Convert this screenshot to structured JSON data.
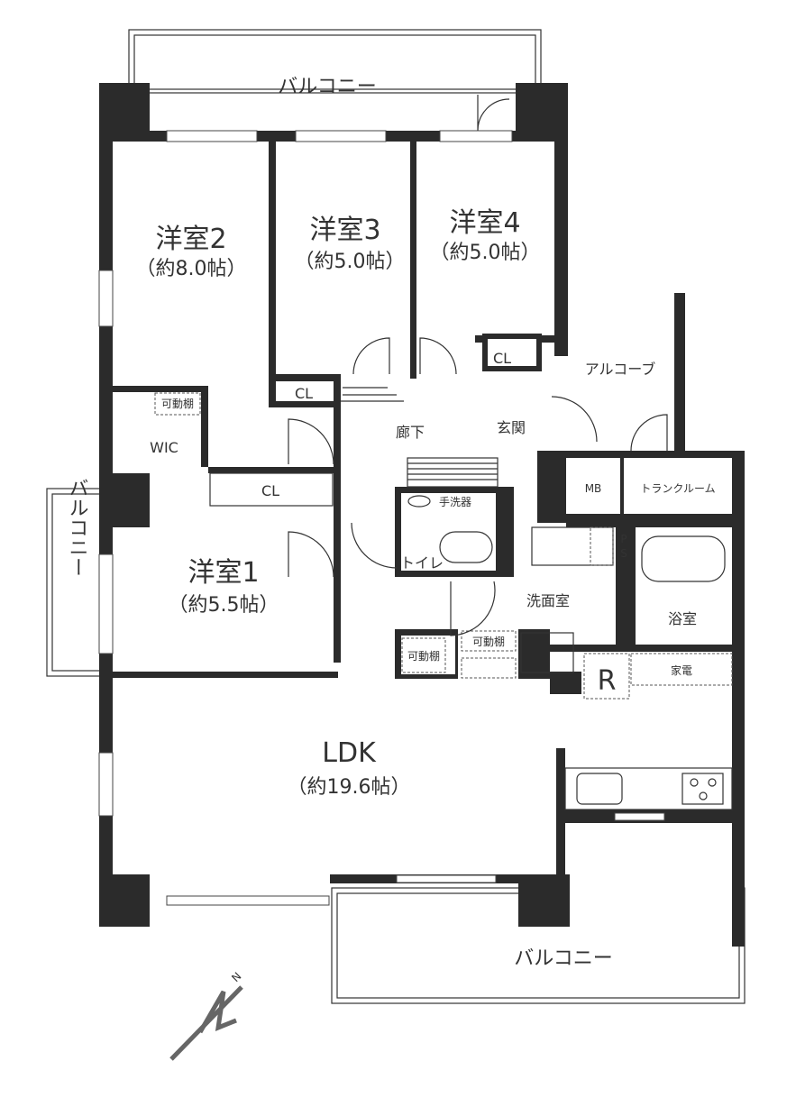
{
  "plan": {
    "balcony_top": "バルコニー",
    "balcony_left": "バルコニー",
    "balcony_bottom": "バルコニー",
    "rooms": {
      "western2": {
        "name": "洋室2",
        "size": "（約8.0帖）"
      },
      "western3": {
        "name": "洋室3",
        "size": "（約5.0帖）"
      },
      "western4": {
        "name": "洋室4",
        "size": "（約5.0帖）"
      },
      "western1": {
        "name": "洋室1",
        "size": "（約5.5帖）"
      },
      "ldk": {
        "name": "LDK",
        "size": "（約19.6帖）"
      }
    },
    "labels": {
      "cl": "CL",
      "wic": "WIC",
      "movable_shelf": "可動棚",
      "corridor": "廊下",
      "entrance": "玄関",
      "alcove": "アルコーブ",
      "mb": "MB",
      "trunk_room": "トランクルーム",
      "hand_basin": "手洗器",
      "toilet": "トイレ",
      "ps_p": "P",
      "ps_s": "S",
      "washroom": "洗面室",
      "bathroom": "浴室",
      "fridge": "R",
      "appliances": "家電"
    },
    "compass": "N",
    "colors": {
      "wall": "#2b2b2b",
      "line": "#333333"
    }
  }
}
